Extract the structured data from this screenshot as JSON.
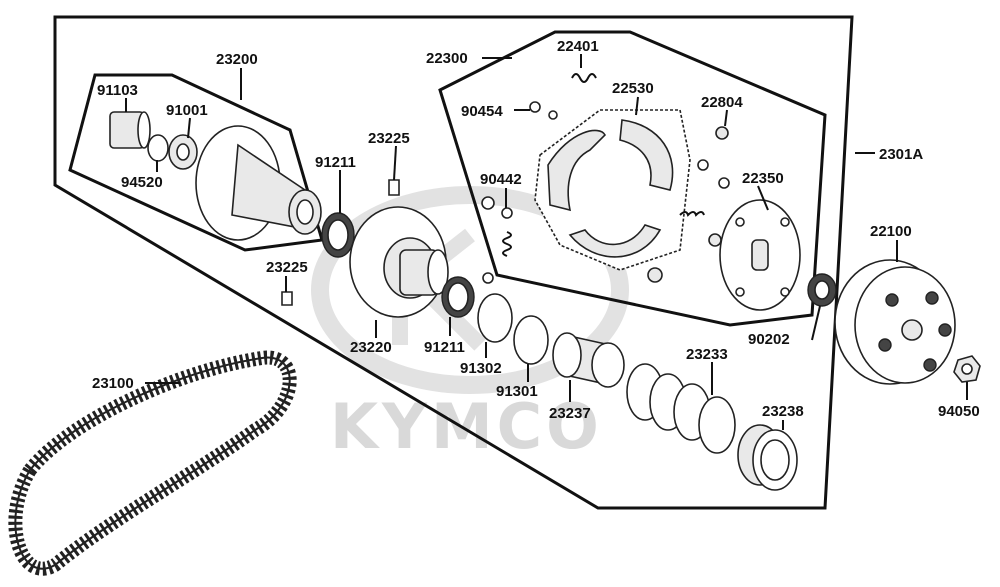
{
  "watermark": {
    "text": "KYMCO"
  },
  "labels": {
    "p23200": "23200",
    "p91103": "91103",
    "p91001": "91001",
    "p94520": "94520",
    "p23225a": "23225",
    "p91211a": "91211",
    "p23225b": "23225",
    "p23220": "23220",
    "p91211b": "91211",
    "p91302": "91302",
    "p91301": "91301",
    "p23237": "23237",
    "p23233": "23233",
    "p23238": "23238",
    "p23100": "23100",
    "p22300": "22300",
    "p22401": "22401",
    "p22530": "22530",
    "p90454": "90454",
    "p22804": "22804",
    "p90442": "90442",
    "p22350": "22350",
    "p90202": "90202",
    "p2301A": "2301A",
    "p22100": "22100",
    "p94050": "94050"
  }
}
